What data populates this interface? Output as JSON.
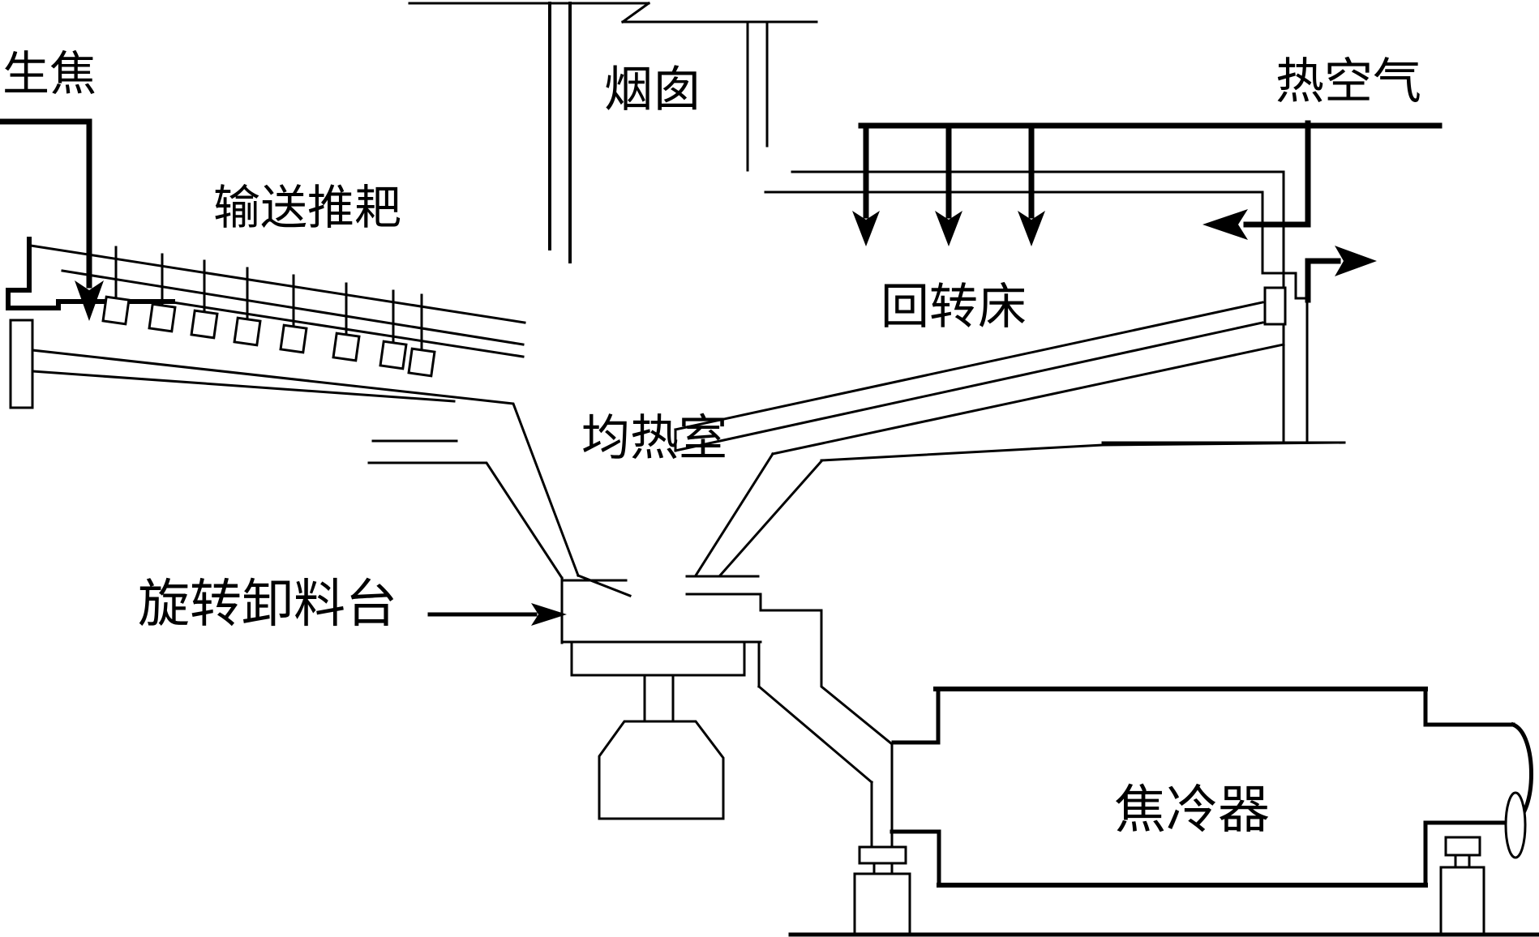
{
  "diagram": {
    "type": "process-flow-schematic",
    "colors": {
      "line": "#000000",
      "background": "#ffffff",
      "text": "#000000"
    },
    "labels": {
      "raw_coke": "生焦",
      "conveyor_rake": "输送推耙",
      "chimney": "烟囱",
      "hot_air": "热空气",
      "rotary_bed": "回转床",
      "soaking_chamber": "均热室",
      "rotary_discharge_table": "旋转卸料台",
      "coke_cooler": "焦冷器"
    },
    "arrows": [
      {
        "name": "raw-coke-feed",
        "direction": "down"
      },
      {
        "name": "hot-air-inlet-1",
        "direction": "down"
      },
      {
        "name": "hot-air-inlet-2",
        "direction": "down"
      },
      {
        "name": "hot-air-inlet-3",
        "direction": "down"
      },
      {
        "name": "hot-air-into-bed",
        "direction": "left"
      },
      {
        "name": "exhaust-out",
        "direction": "right"
      },
      {
        "name": "discharge-table-pointer",
        "direction": "right"
      }
    ]
  }
}
